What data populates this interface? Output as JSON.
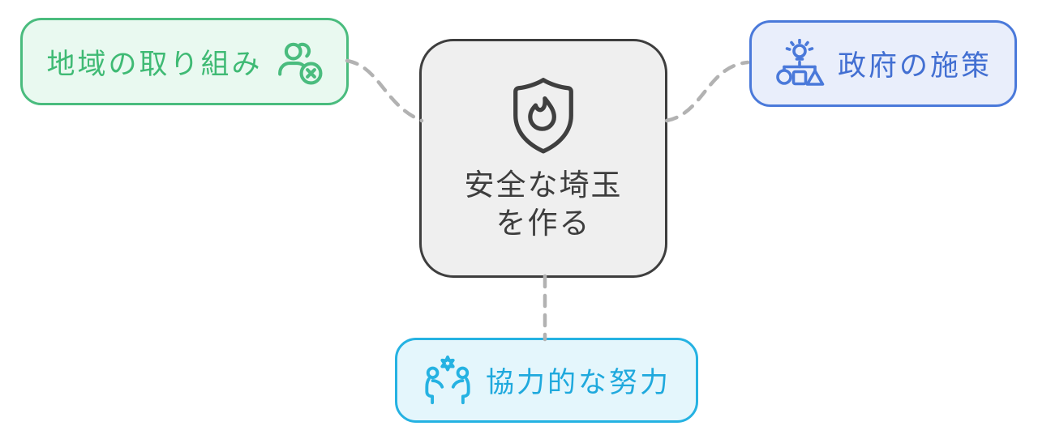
{
  "diagram": {
    "background_color": "#ffffff",
    "connector_color": "#b2b2b2",
    "connector_style": "dashed",
    "center": {
      "label_line1": "安全な埼玉",
      "label_line2": "を作る",
      "icon": "shield-flame-icon",
      "border_color": "#3e3e3e",
      "background_color": "#efefef",
      "text_color": "#3d3d3d"
    },
    "nodes": [
      {
        "id": "community",
        "label": "地域の取り組み",
        "icon": "users-x-icon",
        "icon_position": "right",
        "accent_color": "#4abc7e",
        "background_color": "#e9f9f0",
        "position": "top-left"
      },
      {
        "id": "government",
        "label": "政府の施策",
        "icon": "idea-org-chart-icon",
        "icon_position": "left",
        "accent_color": "#4a79da",
        "background_color": "#e9eefb",
        "position": "top-right"
      },
      {
        "id": "cooperation",
        "label": "協力的な努力",
        "icon": "collaboration-people-star-icon",
        "icon_position": "left",
        "accent_color": "#25b2e2",
        "background_color": "#e4f6fc",
        "position": "bottom-center"
      }
    ]
  }
}
